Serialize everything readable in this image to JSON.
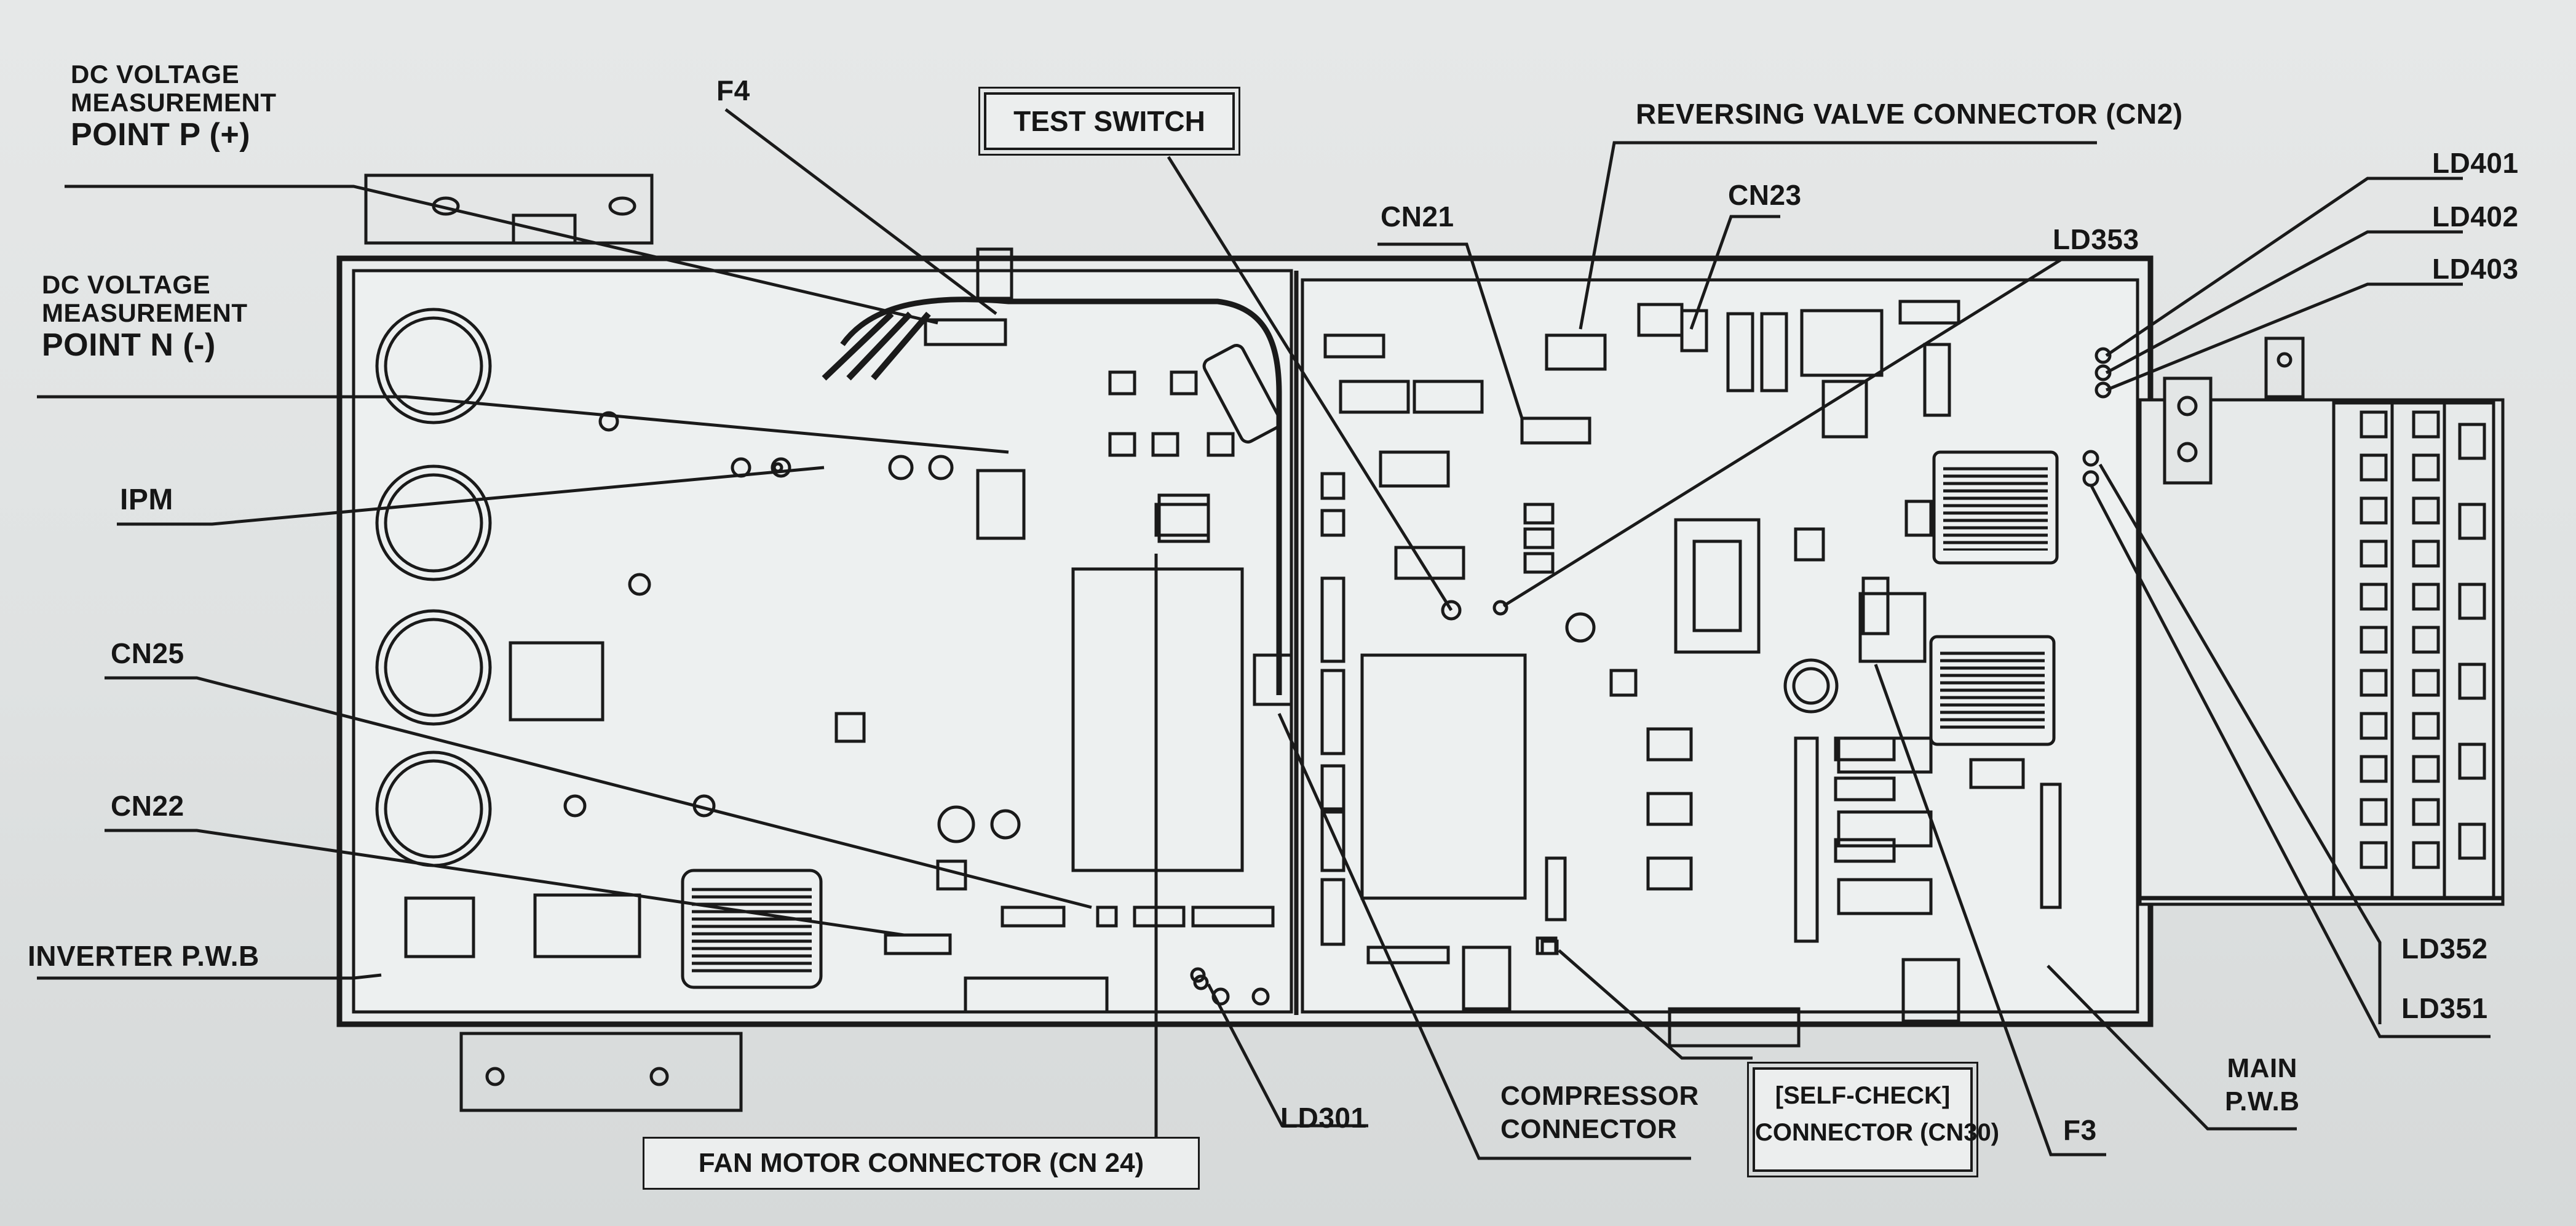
{
  "labels": {
    "dc_p_line1": "DC VOLTAGE",
    "dc_p_line2": "MEASUREMENT",
    "dc_p_line3": "POINT P (+)",
    "dc_n_line1": "DC VOLTAGE",
    "dc_n_line2": "MEASUREMENT",
    "dc_n_line3": "POINT N (-)",
    "f4": "F4",
    "test_switch": "TEST SWITCH",
    "reversing_valve": "REVERSING VALVE CONNECTOR (CN2)",
    "cn21": "CN21",
    "cn23": "CN23",
    "ld353": "LD353",
    "ld401": "LD401",
    "ld402": "LD402",
    "ld403": "LD403",
    "ipm": "IPM",
    "cn25": "CN25",
    "cn22": "CN22",
    "inverter_pwb": "INVERTER P.W.B",
    "ld301": "LD301",
    "fan_motor": "FAN MOTOR CONNECTOR (CN 24)",
    "compressor_line1": "COMPRESSOR",
    "compressor_line2": "CONNECTOR",
    "self_check_line1": "[SELF-CHECK]",
    "self_check_line2": "CONNECTOR (CN30)",
    "f3": "F3",
    "main_line1": "MAIN",
    "main_line2": "P.W.B",
    "ld352": "LD352",
    "ld351": "LD351"
  },
  "colors": {
    "ink": "#1a1a1a",
    "paper": "#e3e6e6",
    "board": "#eaeded"
  }
}
